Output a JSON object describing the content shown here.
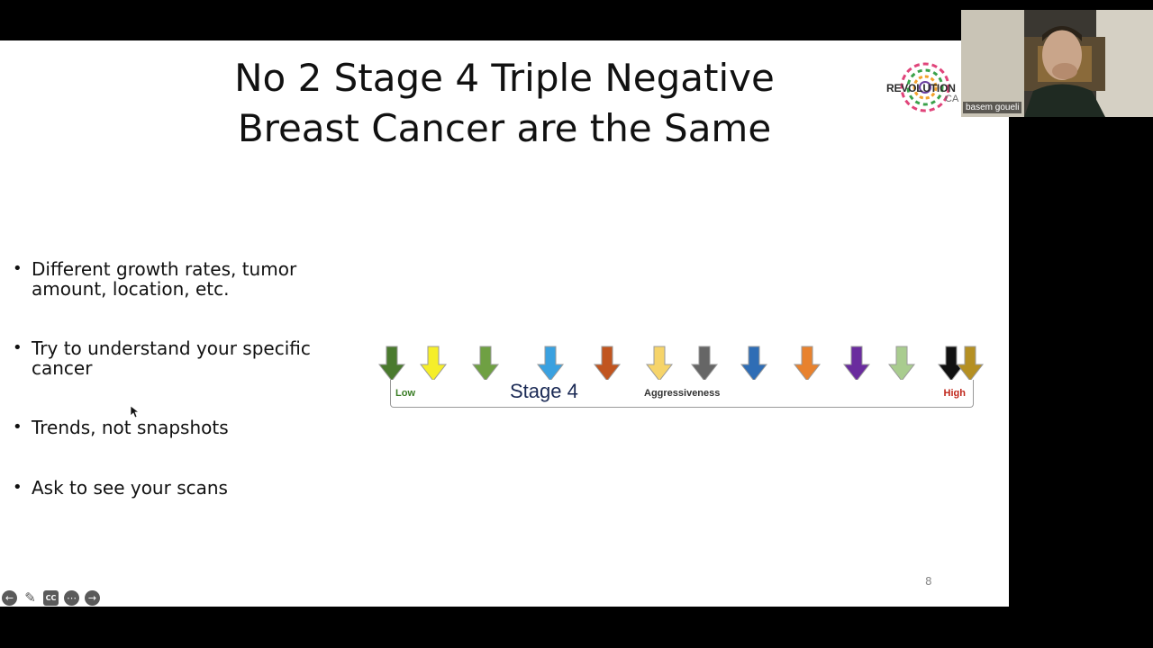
{
  "slide": {
    "title_line1": "No 2 Stage 4 Triple Negative",
    "title_line2": "Breast Cancer are the Same",
    "bullets": [
      "Different growth rates, tumor amount, location, etc.",
      "Try to understand your specific cancer",
      "Trends, not snapshots",
      "Ask to see your scans"
    ],
    "page_number": "8"
  },
  "scale": {
    "low_label": "Low",
    "stage_label": "Stage 4",
    "mid_label": "Aggressiveness",
    "high_label": "High",
    "arrow_colors": [
      "#4a7a2e",
      "#f5ee2a",
      "#6fa043",
      "#3aa1e0",
      "#c1551f",
      "#f6d46a",
      "#666666",
      "#2f6db5",
      "#e8822e",
      "#6a2c9e",
      "#a9cc8f",
      "#111111",
      "#b59023"
    ]
  },
  "logo": {
    "word": "REVOLUTION",
    "sub": "CA"
  },
  "video": {
    "participant_name": "basem goueli"
  },
  "controls": {
    "icons": [
      "back-arrow-icon",
      "pen-icon",
      "captions-icon",
      "more-icon",
      "forward-arrow-icon"
    ],
    "cc_label": "CC"
  }
}
